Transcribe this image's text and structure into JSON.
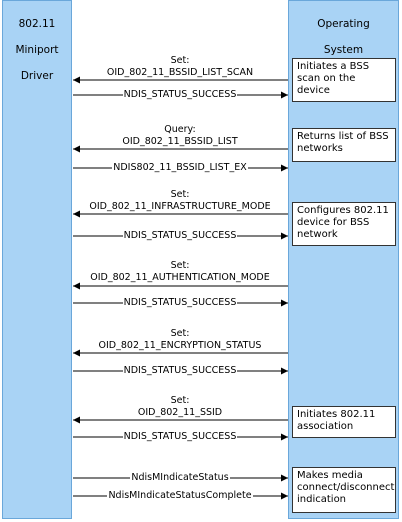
{
  "lifelines": {
    "driver": [
      "802.11",
      "Miniport",
      "Driver"
    ],
    "os": [
      "Operating",
      "System"
    ]
  },
  "messages": [
    {
      "kind": "Set:",
      "oid": "OID_802_11_BSSID_LIST_SCAN",
      "response": "NDIS_STATUS_SUCCESS"
    },
    {
      "kind": "Query:",
      "oid": "OID_802_11_BSSID_LIST",
      "response": "NDIS802_11_BSSID_LIST_EX"
    },
    {
      "kind": "Set:",
      "oid": "OID_802_11_INFRASTRUCTURE_MODE",
      "response": "NDIS_STATUS_SUCCESS"
    },
    {
      "kind": "Set:",
      "oid": "OID_802_11_AUTHENTICATION_MODE",
      "response": "NDIS_STATUS_SUCCESS"
    },
    {
      "kind": "Set:",
      "oid": "OID_802_11_ENCRYPTION_STATUS",
      "response": "NDIS_STATUS_SUCCESS"
    },
    {
      "kind": "Set:",
      "oid": "OID_802_11_SSID",
      "response": "NDIS_STATUS_SUCCESS"
    }
  ],
  "indications": [
    "NdisMIndicateStatus",
    "NdisMIndicateStatusComplete"
  ],
  "notes": [
    "Initiates a BSS scan on the device",
    "Returns list of BSS networks",
    "Configures 802.11 device for BSS network",
    "Initiates 802.11 association",
    "Makes media connect/disconnect indication"
  ]
}
